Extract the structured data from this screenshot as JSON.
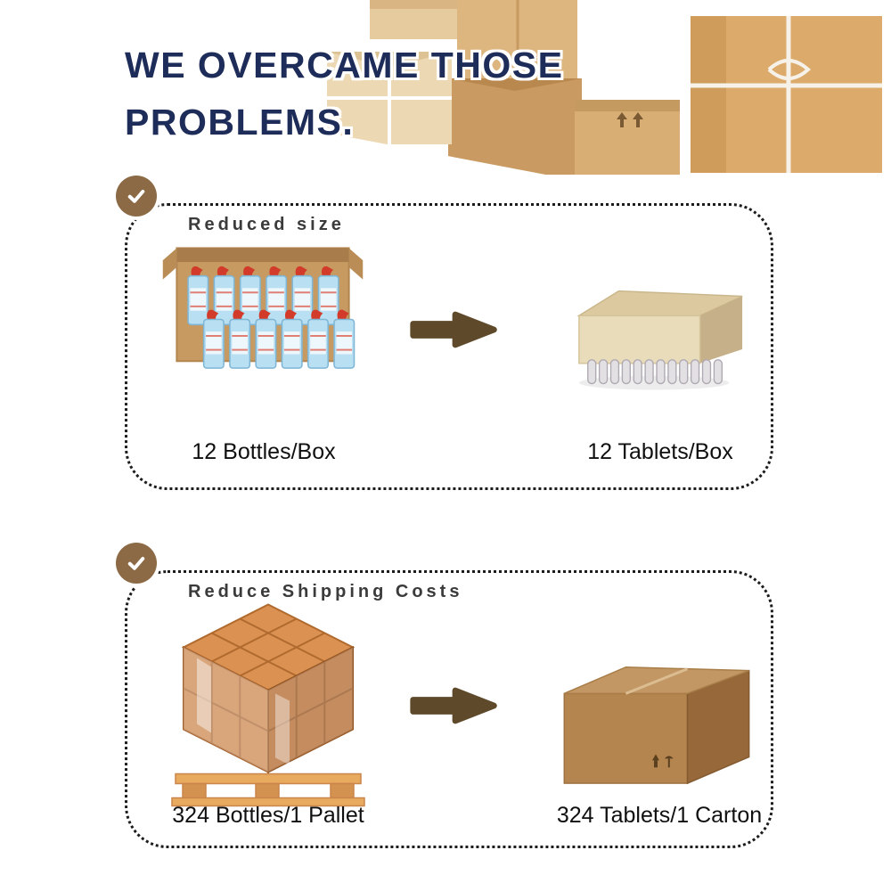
{
  "header": {
    "title_line1": "WE OVERCAME THOSE",
    "title_line2": "PROBLEMS."
  },
  "sections": [
    {
      "label": "Reduced size",
      "left_caption": "12 Bottles/Box",
      "right_caption": "12 Tablets/Box"
    },
    {
      "label": "Reduce Shipping Costs",
      "left_caption": "324 Bottles/1 Pallet",
      "right_caption": "324 Tablets/1 Carton"
    }
  ],
  "icons": {
    "checkmark": "checkmark-icon",
    "arrow": "arrow-right-icon"
  },
  "colors": {
    "title": "#1d2c58",
    "badge": "#8c6a45",
    "arrow": "#5e4a2a",
    "panel_border": "#1c1c1c",
    "caption_text": "#101010",
    "label_text": "#3b3b3b",
    "cardboard": "#c79a62",
    "bottle_blue": "#b9e0f2",
    "bottle_cap_red": "#d23b2a",
    "pallet_orange": "#c97f41"
  }
}
